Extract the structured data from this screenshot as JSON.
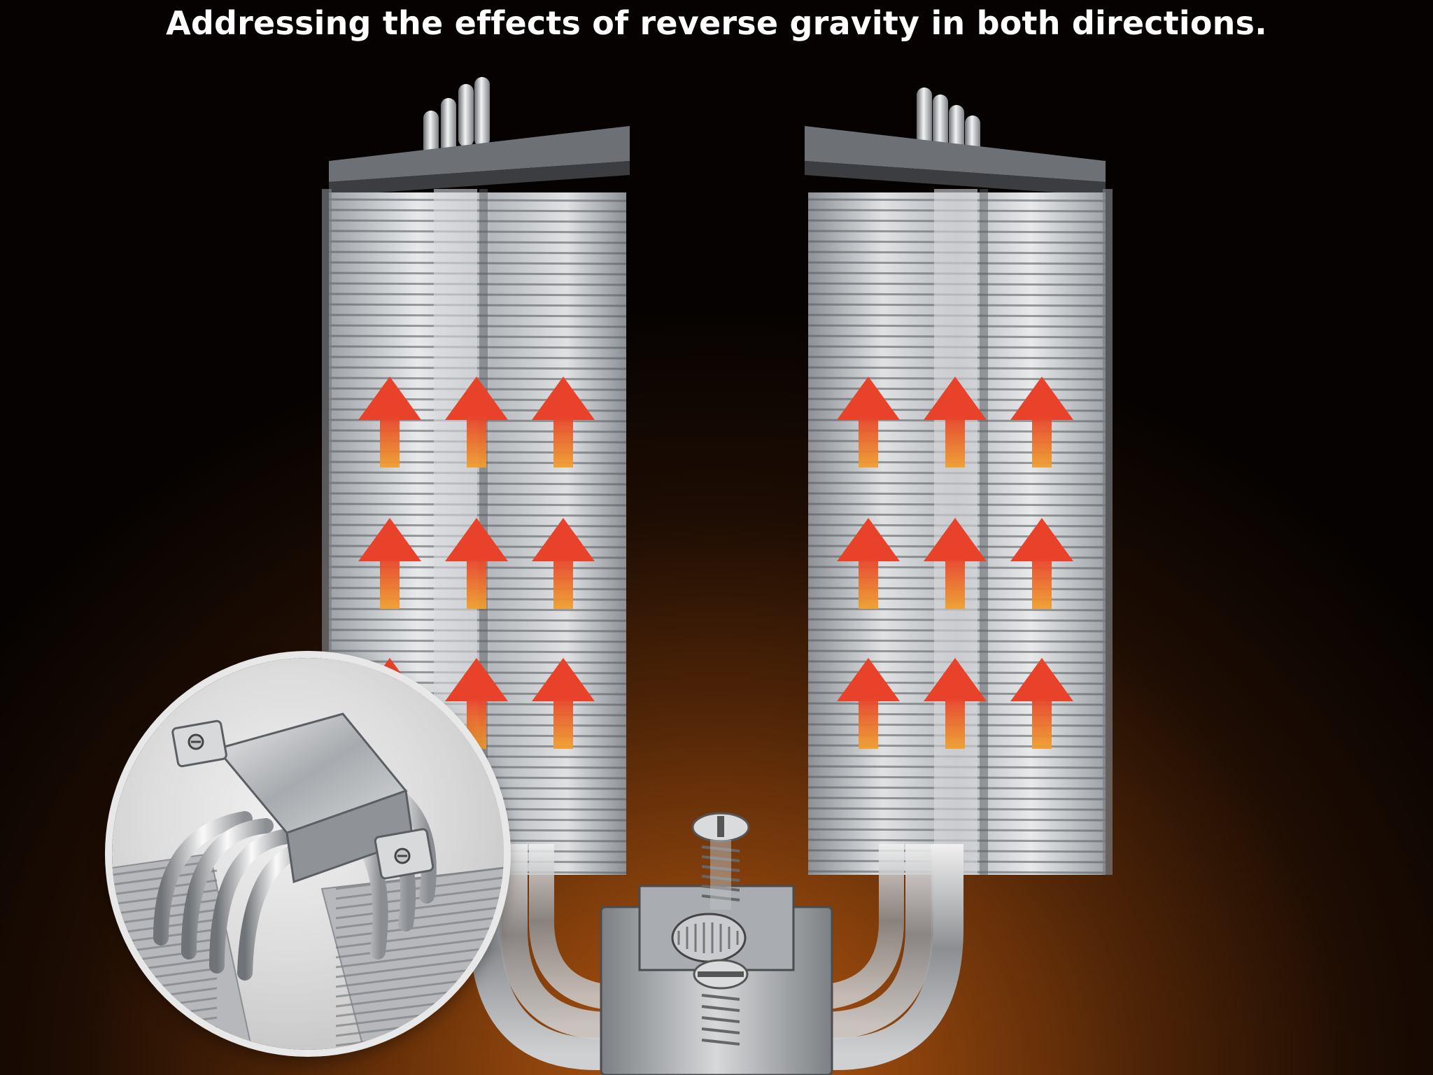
{
  "headline": "Addressing the effects of reverse gravity in both directions.",
  "colors": {
    "arrow_head": "#e8432a",
    "arrow_shaft": "#f0a030",
    "fin": "#cfd2d6",
    "background_glow": "#b85a10"
  },
  "arrows": {
    "direction": "up",
    "per_tower_rows": 3,
    "per_tower_cols": 3
  },
  "icons": {
    "arrow": "up-arrow-icon",
    "screw": "screw-icon",
    "thumbscrew": "thumbscrew-icon"
  }
}
